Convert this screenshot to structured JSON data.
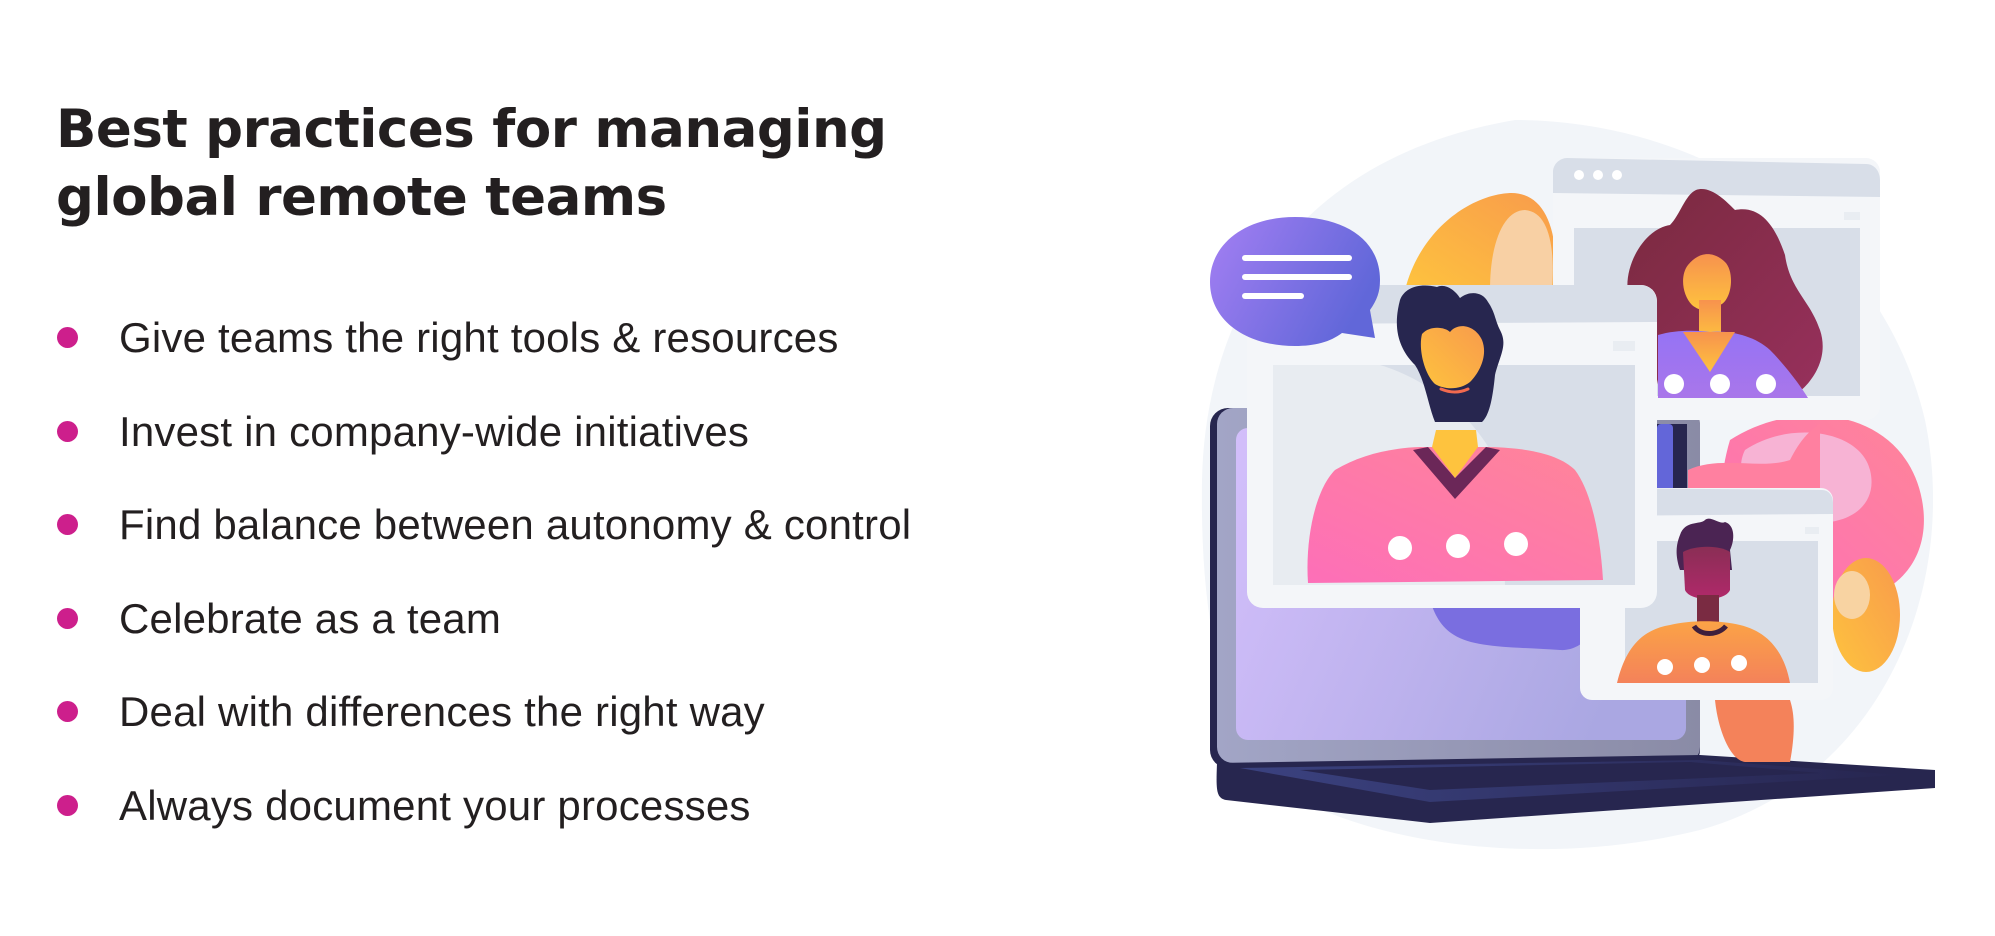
{
  "heading": {
    "line1": "Best practices for managing",
    "line2": "global remote teams"
  },
  "bullets": [
    {
      "text": "Give teams the right tools & resources"
    },
    {
      "text": "Invest in company-wide initiatives"
    },
    {
      "text": "Find balance between autonomy & control"
    },
    {
      "text": "Celebrate as a team"
    },
    {
      "text": "Deal with differences the right way"
    },
    {
      "text": "Always document your processes"
    }
  ],
  "colors": {
    "bullet": "#cd1f8c",
    "text": "#231f20",
    "background_blob": "#f2f5f9",
    "laptop_dark": "#27264f",
    "window_frame": "#f4f6f9",
    "window_header": "#d8dee8"
  },
  "illustration": {
    "description": "Video conference on laptop with four participants and a speech bubble",
    "icons": [
      "speech-bubble-icon",
      "laptop-icon",
      "video-window-icon",
      "person-avatar-icon"
    ]
  }
}
